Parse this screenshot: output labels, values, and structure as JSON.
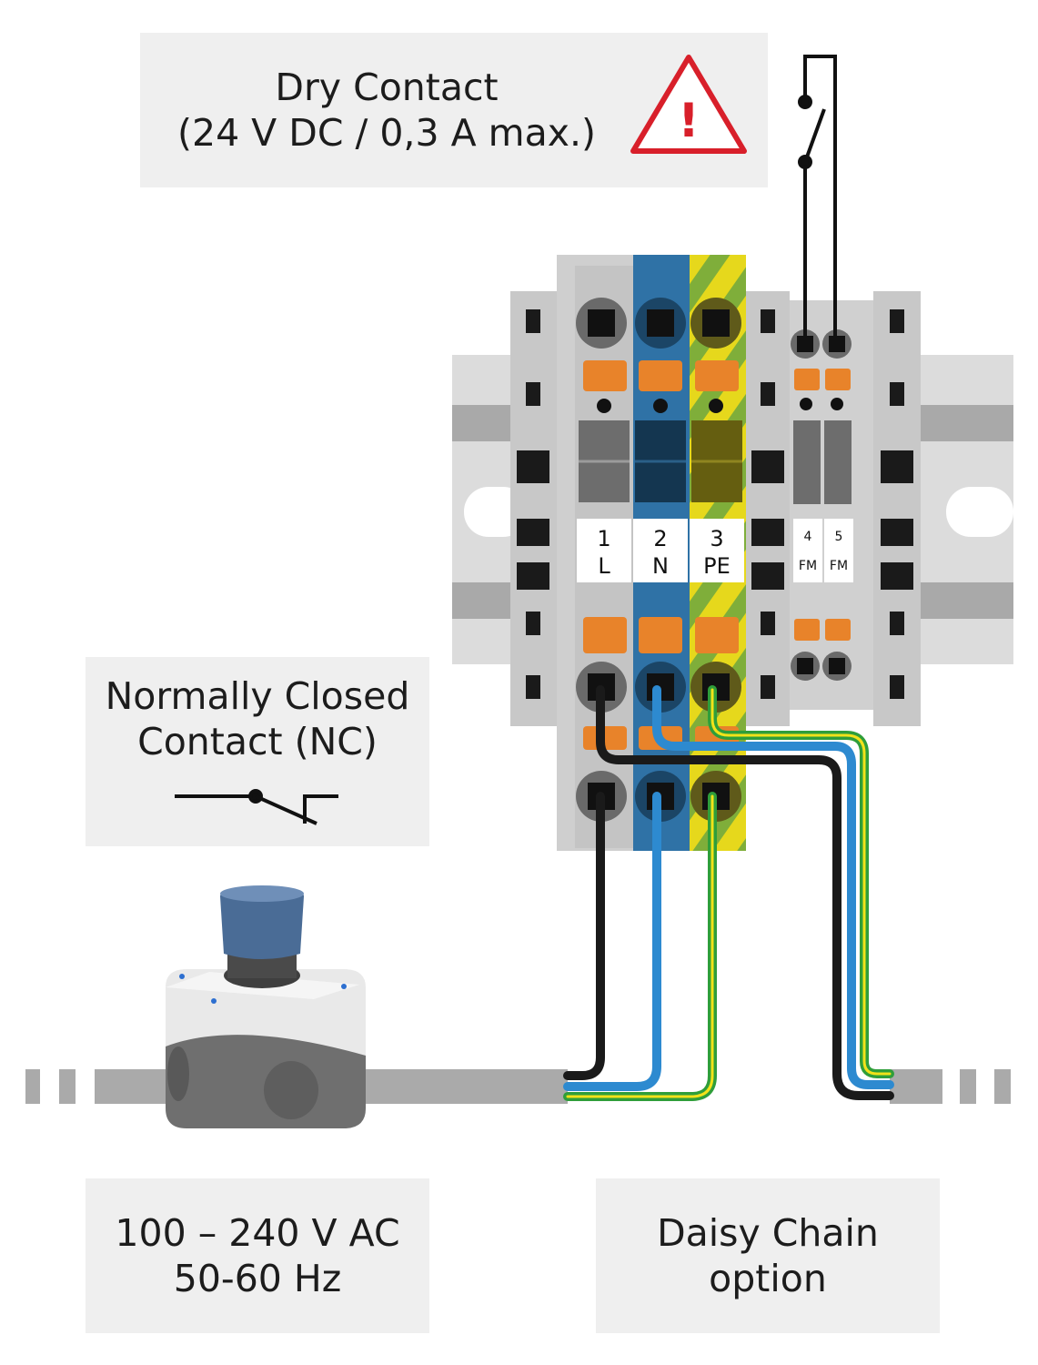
{
  "labels": {
    "dry_contact": {
      "line1": "Dry Contact",
      "line2": "(24 V DC / 0,3 A max.)"
    },
    "normally_closed": {
      "line1": "Normally Closed",
      "line2": "Contact (NC)"
    },
    "supply": {
      "line1": "100 – 240 V AC",
      "line2": "50-60 Hz"
    },
    "daisy_chain": {
      "line1": "Daisy Chain",
      "line2": "option"
    },
    "warning_symbol": "!"
  },
  "terminals": {
    "t1": {
      "num": "1",
      "name": "L"
    },
    "t2": {
      "num": "2",
      "name": "N"
    },
    "t3": {
      "num": "3",
      "name": "PE"
    },
    "t4": {
      "num": "4",
      "name": "FM"
    },
    "t5": {
      "num": "5",
      "name": "FM"
    }
  },
  "colors": {
    "live_wire": "#1a1a1a",
    "neutral_wire": "#2d8ad0",
    "earth_green": "#2f9e3a",
    "earth_yellow": "#f2e21a",
    "terminal_grey": "#c9c9c9",
    "terminal_blue": "#2f72a6",
    "lever_orange": "#e8832a",
    "warning_red": "#d81f2a",
    "label_bg": "#efefef"
  },
  "icons": [
    "warning-triangle-icon",
    "nc-contact-symbol",
    "dry-contact-switch",
    "emergency-stop-button"
  ]
}
